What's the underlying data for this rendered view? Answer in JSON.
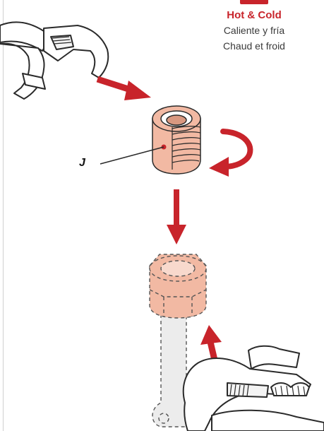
{
  "colors": {
    "accent": "#c8242b",
    "copper": "#f2b9a3",
    "copper_dark": "#d99880",
    "outline": "#2a2a2a",
    "pipe": "#e9e9e9"
  },
  "legend": {
    "title": "Hot & Cold",
    "line_es": "Caliente y fría",
    "line_fr": "Chaud et froid"
  },
  "callout": {
    "label": "J"
  },
  "icons": {
    "top_wrench": "adjustable-wrench-icon",
    "bottom_wrench": "adjustable-wrench-icon",
    "insert": "threaded-insert-icon",
    "rotation": "rotate-clockwise-arrow-icon",
    "nut": "hex-nut-icon"
  }
}
